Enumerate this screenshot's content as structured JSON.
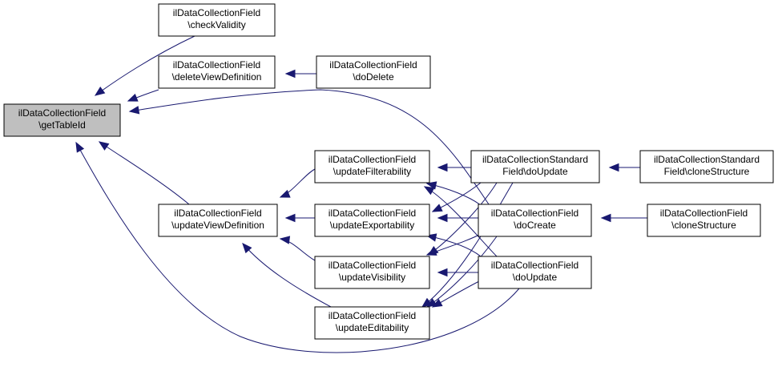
{
  "graph": {
    "nodes": {
      "getTableId": [
        "ilDataCollectionField",
        "\\getTableId"
      ],
      "checkValidity": [
        "ilDataCollectionField",
        "\\checkValidity"
      ],
      "deleteViewDefinition": [
        "ilDataCollectionField",
        "\\deleteViewDefinition"
      ],
      "doDelete": [
        "ilDataCollectionField",
        "\\doDelete"
      ],
      "updateViewDefinition": [
        "ilDataCollectionField",
        "\\updateViewDefinition"
      ],
      "updateFilterability": [
        "ilDataCollectionField",
        "\\updateFilterability"
      ],
      "updateExportability": [
        "ilDataCollectionField",
        "\\updateExportability"
      ],
      "updateVisibility": [
        "ilDataCollectionField",
        "\\updateVisibility"
      ],
      "updateEditability": [
        "ilDataCollectionField",
        "\\updateEditability"
      ],
      "stdDoUpdate": [
        "ilDataCollectionStandard",
        "Field\\doUpdate"
      ],
      "doCreate": [
        "ilDataCollectionField",
        "\\doCreate"
      ],
      "doUpdate": [
        "ilDataCollectionField",
        "\\doUpdate"
      ],
      "stdCloneStructure": [
        "ilDataCollectionStandard",
        "Field\\cloneStructure"
      ],
      "cloneStructure": [
        "ilDataCollectionField",
        "\\cloneStructure"
      ]
    },
    "focus_node": "getTableId",
    "edges": [
      {
        "from": "checkValidity",
        "to": "getTableId"
      },
      {
        "from": "deleteViewDefinition",
        "to": "getTableId"
      },
      {
        "from": "doDelete",
        "to": "deleteViewDefinition"
      },
      {
        "from": "updateViewDefinition",
        "to": "getTableId"
      },
      {
        "from": "doCreate",
        "to": "getTableId"
      },
      {
        "from": "doUpdate",
        "to": "getTableId"
      },
      {
        "from": "updateFilterability",
        "to": "updateViewDefinition"
      },
      {
        "from": "updateExportability",
        "to": "updateViewDefinition"
      },
      {
        "from": "updateVisibility",
        "to": "updateViewDefinition"
      },
      {
        "from": "updateEditability",
        "to": "updateViewDefinition"
      },
      {
        "from": "stdDoUpdate",
        "to": "updateFilterability"
      },
      {
        "from": "doCreate",
        "to": "updateFilterability"
      },
      {
        "from": "doUpdate",
        "to": "updateFilterability"
      },
      {
        "from": "stdDoUpdate",
        "to": "updateExportability"
      },
      {
        "from": "doCreate",
        "to": "updateExportability"
      },
      {
        "from": "doUpdate",
        "to": "updateExportability"
      },
      {
        "from": "stdDoUpdate",
        "to": "updateVisibility"
      },
      {
        "from": "doCreate",
        "to": "updateVisibility"
      },
      {
        "from": "doUpdate",
        "to": "updateVisibility"
      },
      {
        "from": "stdDoUpdate",
        "to": "updateEditability"
      },
      {
        "from": "doCreate",
        "to": "updateEditability"
      },
      {
        "from": "doUpdate",
        "to": "updateEditability"
      },
      {
        "from": "stdCloneStructure",
        "to": "stdDoUpdate"
      },
      {
        "from": "cloneStructure",
        "to": "doCreate"
      }
    ],
    "colors": {
      "edge": "#191970",
      "focus_fill": "#bfbfbf",
      "node_fill": "#ffffff",
      "node_border": "#000000"
    }
  }
}
